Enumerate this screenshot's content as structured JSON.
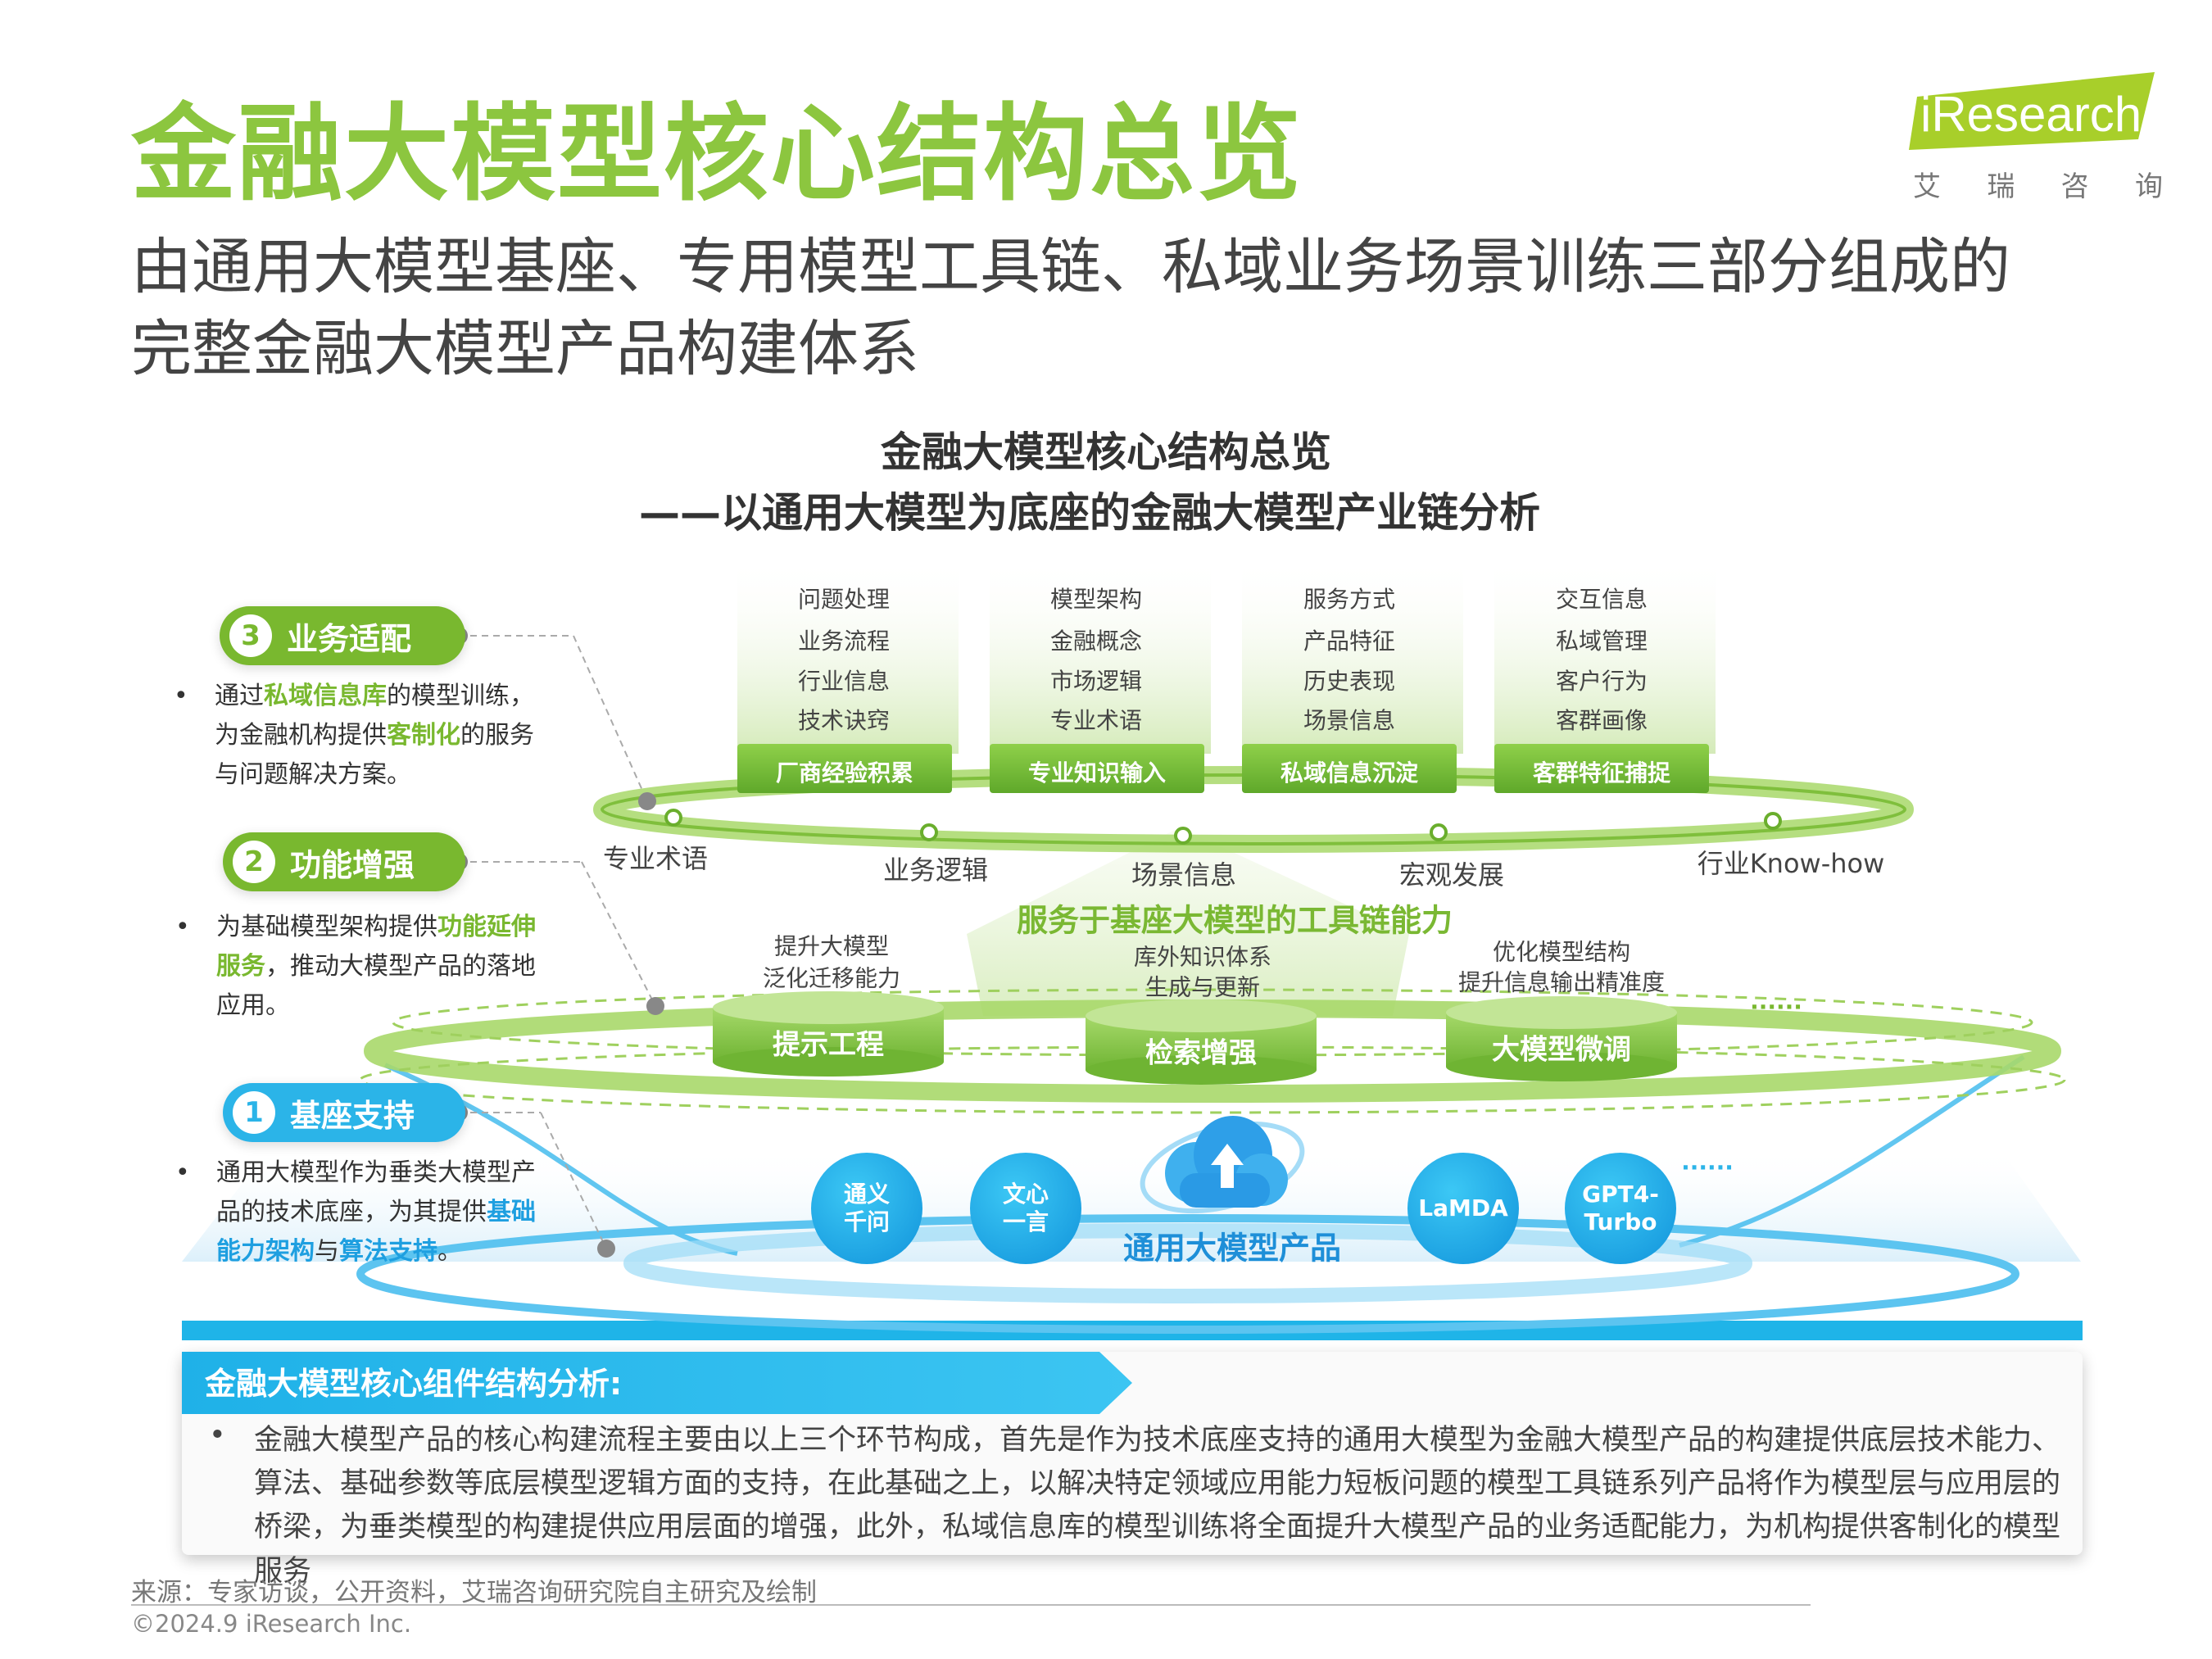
{
  "header": {
    "title": "金融大模型核心结构总览",
    "subtitle_line1": "由通用大模型基座、专用模型工具链、私域业务场景训练三部分组成的",
    "subtitle_line2": "完整金融大模型产品构建体系"
  },
  "logo": {
    "text": "iResearch",
    "chars": [
      "艾",
      "瑞",
      "咨",
      "询"
    ],
    "color": "#a8cf2a"
  },
  "diagram": {
    "title_line1": "金融大模型核心结构总览",
    "title_line2": "——以通用大模型为底座的金融大模型产业链分析",
    "top_columns": [
      {
        "items": [
          "问题处理",
          "业务流程",
          "行业信息",
          "技术诀窍"
        ],
        "label": "厂商经验积累"
      },
      {
        "items": [
          "模型架构",
          "金融概念",
          "市场逻辑",
          "专业术语"
        ],
        "label": "专业知识输入"
      },
      {
        "items": [
          "服务方式",
          "产品特征",
          "历史表现",
          "场景信息"
        ],
        "label": "私域信息沉淀"
      },
      {
        "items": [
          "交互信息",
          "私域管理",
          "客户行为",
          "客群画像"
        ],
        "label": "客群特征捕捉"
      }
    ],
    "ring_labels": [
      "专业术语",
      "业务逻辑",
      "场景信息",
      "宏观发展",
      "行业Know-how"
    ],
    "toolchain_title": "服务于基座大模型的工具链能力",
    "tools": [
      {
        "desc_line1": "提升大模型",
        "desc_line2": "泛化迁移能力",
        "label": "提示工程"
      },
      {
        "desc_line1": "库外知识体系",
        "desc_line2": "生成与更新",
        "label": "检索增强"
      },
      {
        "desc_line1": "优化模型结构",
        "desc_line2": "提升信息输出精准度",
        "label": "大模型微调"
      }
    ],
    "ellipsis": "......",
    "base_models": [
      {
        "line1": "通义",
        "line2": "千问"
      },
      {
        "line1": "文心",
        "line2": "一言"
      },
      {
        "line1": "LaMDA",
        "line2": ""
      },
      {
        "line1": "GPT4-",
        "line2": "Turbo"
      }
    ],
    "base_center_label": "通用大模型产品",
    "colors": {
      "green": "#79b82f",
      "light_green": "#a8d66a",
      "blue": "#2bb4e8",
      "dark_blue": "#1e8fd8"
    }
  },
  "side_panels": [
    {
      "number": "3",
      "title": "业务适配",
      "text": [
        {
          "t": "通过",
          "hl": ""
        },
        {
          "t": "私域信息库",
          "hl": "g"
        },
        {
          "t": "的模型训练，为金融机构提供",
          "hl": ""
        },
        {
          "t": "客制化",
          "hl": "g"
        },
        {
          "t": "的服务与问题解决方案。",
          "hl": ""
        }
      ]
    },
    {
      "number": "2",
      "title": "功能增强",
      "text": [
        {
          "t": "为基础模型架构提供",
          "hl": ""
        },
        {
          "t": "功能延伸服务",
          "hl": "g"
        },
        {
          "t": "，推动大模型产品的落地应用。",
          "hl": ""
        }
      ]
    },
    {
      "number": "1",
      "title": "基座支持",
      "text": [
        {
          "t": "通用大模型作为垂类大模型产品的技术底座，为其提供",
          "hl": ""
        },
        {
          "t": "基础能力架构",
          "hl": "b"
        },
        {
          "t": "与",
          "hl": ""
        },
        {
          "t": "算法支持",
          "hl": "b"
        },
        {
          "t": "。",
          "hl": ""
        }
      ]
    }
  ],
  "analysis": {
    "title": "金融大模型核心组件结构分析:",
    "bullet": "•",
    "text": "金融大模型产品的核心构建流程主要由以上三个环节构成，首先是作为技术底座支持的通用大模型为金融大模型产品的构建提供底层技术能力、算法、基础参数等底层模型逻辑方面的支持，在此基础之上，以解决特定领域应用能力短板问题的模型工具链系列产品将作为模型层与应用层的桥梁，为垂类模型的构建提供应用层面的增强，此外，私域信息库的模型训练将全面提升大模型产品的业务适配能力，为机构提供客制化的模型服务"
  },
  "footer": {
    "source": "来源：专家访谈，公开资料，艾瑞咨询研究院自主研究及绘制",
    "copyright": "©2024.9 iResearch Inc."
  }
}
